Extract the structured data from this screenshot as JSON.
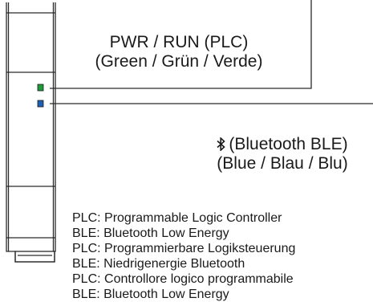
{
  "device": {
    "leds": [
      {
        "name": "pwr-run-led",
        "color": "#1f9a3a"
      },
      {
        "name": "bluetooth-led",
        "color": "#1f5fb4"
      }
    ],
    "outline_color": "#2a2a2a"
  },
  "pwr_callout": {
    "line1": "PWR / RUN (PLC)",
    "line2": "(Green / Grün / Verde)"
  },
  "ble_callout": {
    "icon": "bluetooth-icon",
    "line1": "(Bluetooth BLE)",
    "line2": "(Blue / Blau / Blu)"
  },
  "glossary": [
    "PLC: Programmable Logic Controller",
    "BLE: Bluetooth Low Energy",
    "PLC: Programmierbare Logiksteuerung",
    "BLE: Niedrigenergie Bluetooth",
    "PLC: Controllore logico programmabile",
    "BLE: Bluetooth Low Energy"
  ]
}
